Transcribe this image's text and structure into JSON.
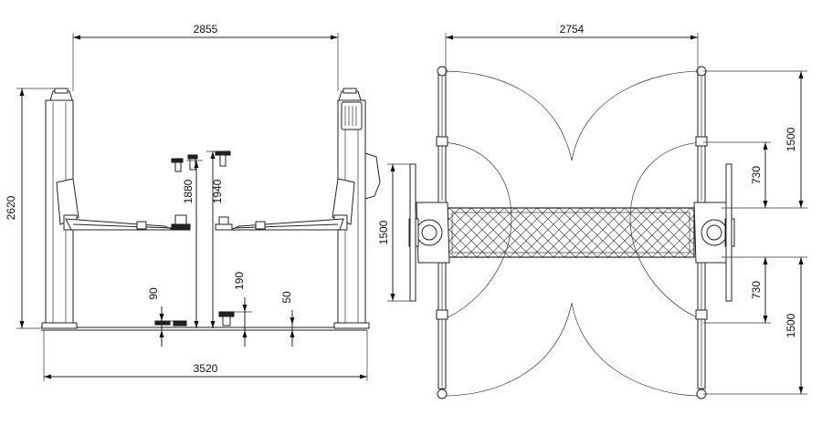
{
  "dimensions": {
    "front_width_between_columns": "2855",
    "front_overall_width": "3520",
    "front_overall_height": "2620",
    "front_max_lift_height_a": "1880",
    "front_max_lift_height_b": "1940",
    "front_pad_height_low": "90",
    "front_pad_height_high": "190",
    "front_base_plate_height": "50",
    "top_width_between_columns": "2754",
    "top_arm_depth": "1500",
    "top_arm_offset_upper": "1500",
    "top_arm_short_upper": "730",
    "top_arm_short_lower": "730",
    "top_arm_offset_lower": "1500"
  },
  "colors": {
    "line": "#222222",
    "background": "#ffffff"
  }
}
